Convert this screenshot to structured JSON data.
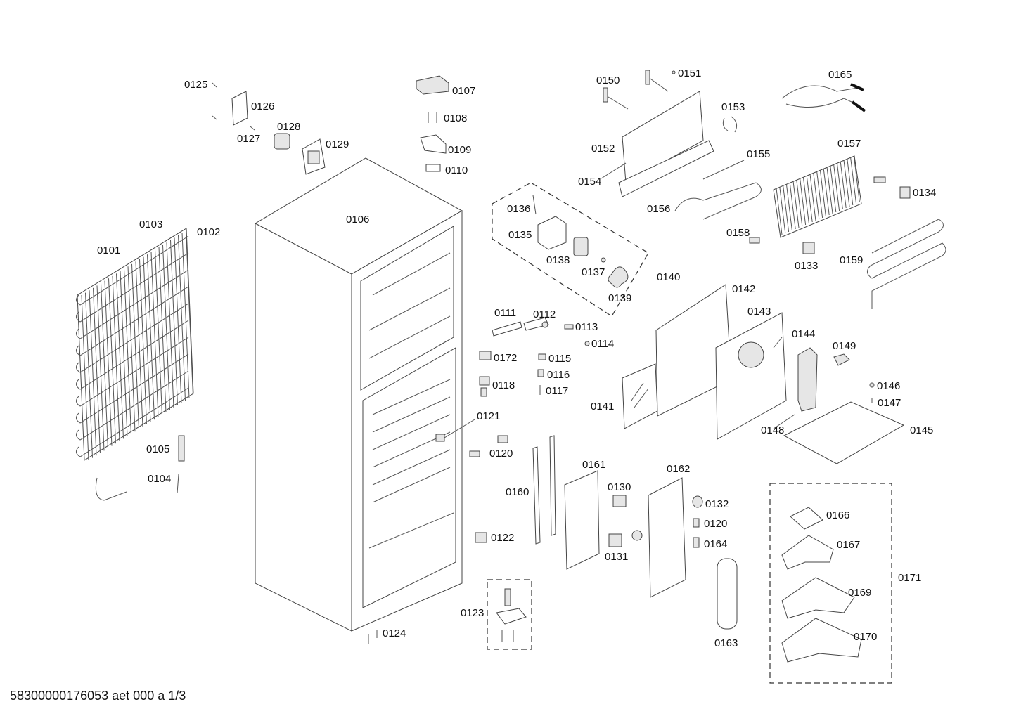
{
  "footer_text": "58300000176053 aet 000 a 1/3",
  "parts": [
    "0101",
    "0102",
    "0103",
    "0104",
    "0105",
    "0106",
    "0107",
    "0108",
    "0109",
    "0110",
    "0111",
    "0112",
    "0113",
    "0114",
    "0115",
    "0116",
    "0117",
    "0118",
    "0120",
    "0120",
    "0121",
    "0122",
    "0123",
    "0124",
    "0125",
    "0126",
    "0127",
    "0128",
    "0129",
    "0130",
    "0131",
    "0132",
    "0133",
    "0134",
    "0135",
    "0136",
    "0137",
    "0138",
    "0139",
    "0140",
    "0141",
    "0142",
    "0143",
    "0144",
    "0145",
    "0146",
    "0147",
    "0148",
    "0149",
    "0150",
    "0151",
    "0152",
    "0153",
    "0154",
    "0155",
    "0156",
    "0157",
    "0158",
    "0159",
    "0160",
    "0161",
    "0162",
    "0163",
    "0164",
    "0165",
    "0166",
    "0167",
    "0169",
    "0170",
    "0171",
    "0172"
  ]
}
